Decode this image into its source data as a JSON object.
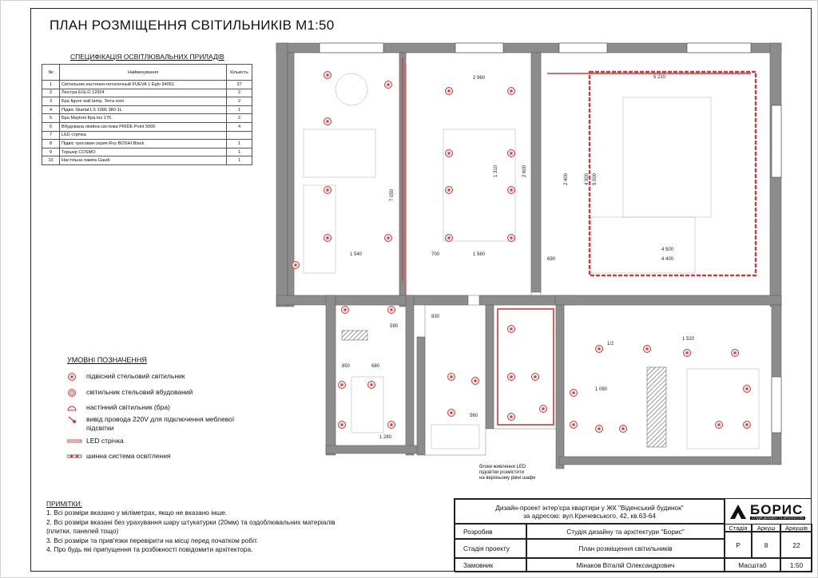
{
  "title": "ПЛАН РОЗМІЩЕННЯ СВІТИЛЬНИКІВ М1:50",
  "spec": {
    "title": "СПЕЦИФІКАЦІЯ ОСВІТЛЮВАЛЬНИХ ПРИЛАДІВ",
    "headers": [
      "№",
      "Найменування",
      "Кількість"
    ],
    "rows": [
      [
        "1",
        "Світильник настенно-потолочный FUEVA 1 Eglo 94051",
        "37"
      ],
      [
        "2",
        "Люстра EGLO 12924",
        "2"
      ],
      [
        "3",
        "Бра figure wall lamp, Terra svet",
        "2"
      ],
      [
        "4",
        "Підвіс Skarlat LS 1096 380-1L",
        "1"
      ],
      [
        "5",
        "Бра Maytoni Бра los 176",
        "2"
      ],
      [
        "6",
        "Вбудована лінійна система PRIDE Point 5000",
        "4"
      ],
      [
        "7",
        "LED стрічка",
        ""
      ],
      [
        "8",
        "Підвіс тросовая серия Roy BOSHI Black",
        "1"
      ],
      [
        "9",
        "Торшер COSMO",
        "1"
      ],
      [
        "10",
        "Настільна лампа Gaudi",
        "1"
      ]
    ]
  },
  "legend": {
    "title": "УМОВНІ ПОЗНАЧЕННЯ",
    "items": [
      "підвісний стельовий світильник",
      "світильник стельовий вбудований",
      "настінний світильник (бра)",
      "вивід провода 220V для підключення меблевої підсвітки",
      "LED стрічка",
      "шинна система освітлення"
    ]
  },
  "notes": {
    "heading": "ПРИМІТКИ:",
    "lines": [
      "1. Всі розміри вказано у міліметрах, якщо не вказано інше.",
      "2. Всі розміри вказані без урахування шару штукатурки (20мм) та оздоблювальних матеріалів",
      "(плитки, панелей тощо)",
      "3. Всі розміри та прив'язки перевірити на місці перед початком робіт.",
      "4. Про будь які припущення та розбіжності повідомити архітектора."
    ]
  },
  "callout": [
    "блоки живлення LED",
    "підсвітки розмістити",
    "на верхньому рівні шафи"
  ],
  "dimensions": [
    "2 960",
    "5 220",
    "7 050",
    "1 540",
    "1 560",
    "4 500",
    "4 400",
    "4 900",
    "5 000",
    "2 400",
    "1 310",
    "2 600",
    "1 520",
    "1 080",
    "1 280",
    "830",
    "850",
    "680",
    "690",
    "700",
    "590",
    "560",
    "1/2"
  ],
  "titleblock": {
    "project_line1": "Дизайн-проект інтер'єра квартири у ЖК \"Віденський будинок\"",
    "project_line2": "за адресою: вул.Кричевського, 42, кв.63-64",
    "logo_name": "БОРИС",
    "logo_sub": "СТУДІЯ ДИЗАЙНУ ТА АРХІТЕКТУРИ",
    "razrobyv_label": "Розробив",
    "razrobyv_value": "Студія дизайну та архітектури \"Борис\"",
    "stadiya_label": "Стадія",
    "arkush_label": "Аркуш",
    "arkushiv_label": "Аркушів",
    "stage_label": "Стадія проекту",
    "sheet_name": "План розміщення світильників",
    "stage_value": "Р",
    "sheet_no": "8",
    "sheets_total": "22",
    "client_label": "Замовник",
    "client_value": "Мінаков Віталій Олександрович",
    "scale_label": "Масштаб",
    "scale_value": "1:50"
  },
  "colors": {
    "lamp": "#d23a3a",
    "wall": "#8a8a8a",
    "led": "#d23a3a"
  }
}
